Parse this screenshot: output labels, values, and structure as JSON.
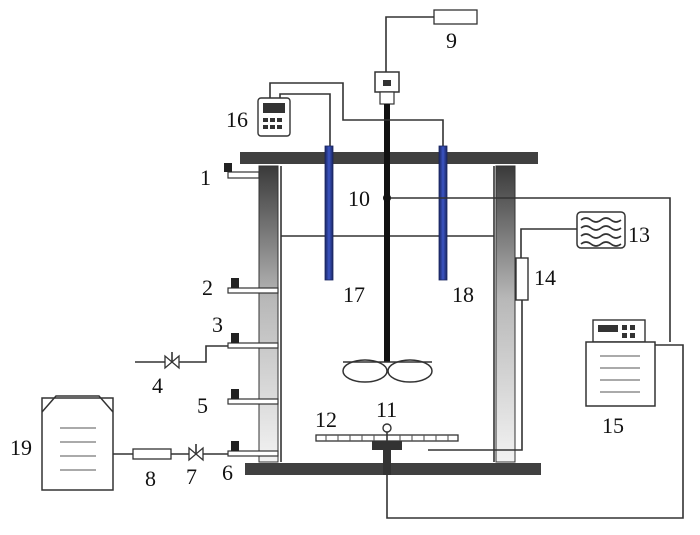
{
  "labels": {
    "l1": "1",
    "l2": "2",
    "l3": "3",
    "l4": "4",
    "l5": "5",
    "l6": "6",
    "l7": "7",
    "l8": "8",
    "l9": "9",
    "l10": "10",
    "l11": "11",
    "l12": "12",
    "l13": "13",
    "l14": "14",
    "l15": "15",
    "l16": "16",
    "l17": "17",
    "l18": "18",
    "l19": "19"
  },
  "colors": {
    "probe": "#2a3f9a",
    "probe_dark": "#1a2560",
    "lid": "#404040",
    "wall_light": "#e8e8e8",
    "wall_dark": "#3a3a3a",
    "line": "#333333"
  }
}
